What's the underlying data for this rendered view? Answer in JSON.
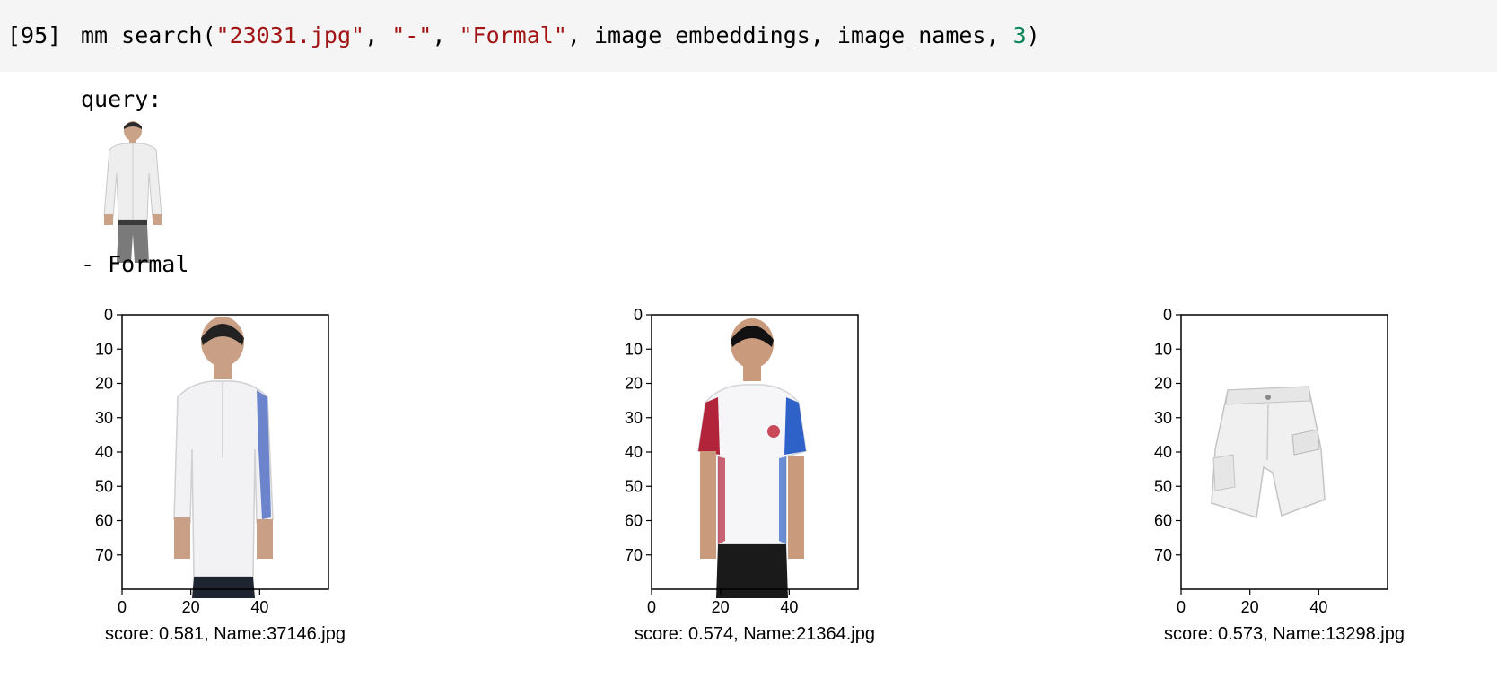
{
  "cell": {
    "prompt": "[95]",
    "code": {
      "func": "mm_search(",
      "arg1": "\"23031.jpg\"",
      "sep1": ", ",
      "arg2": "\"-\"",
      "sep2": ", ",
      "arg3": "\"Formal\"",
      "sep3": ", image_embeddings, image_names, ",
      "arg4": "3",
      "close": ")"
    }
  },
  "output": {
    "query_label": "query:",
    "modifier_label": "- Formal",
    "query_image": "man-formal-shirt-image"
  },
  "colors": {
    "string": "#a31515",
    "number": "#098658",
    "cell_bg": "#f5f5f5"
  },
  "chart_data": [
    {
      "type": "image",
      "image": "man-white-kurta-shirt-image",
      "caption": "score: 0.581, Name:37146.jpg",
      "xticks": [
        "0",
        "20",
        "40"
      ],
      "yticks": [
        "0",
        "10",
        "20",
        "30",
        "40",
        "50",
        "60",
        "70"
      ],
      "xlim": [
        0,
        60
      ],
      "ylim": [
        80,
        0
      ]
    },
    {
      "type": "image",
      "image": "man-polo-shirt-image",
      "caption": "score: 0.574, Name:21364.jpg",
      "xticks": [
        "0",
        "20",
        "40"
      ],
      "yticks": [
        "0",
        "10",
        "20",
        "30",
        "40",
        "50",
        "60",
        "70"
      ],
      "xlim": [
        0,
        60
      ],
      "ylim": [
        80,
        0
      ]
    },
    {
      "type": "image",
      "image": "white-cargo-shorts-image",
      "caption": "score: 0.573, Name:13298.jpg",
      "xticks": [
        "0",
        "20",
        "40"
      ],
      "yticks": [
        "0",
        "10",
        "20",
        "30",
        "40",
        "50",
        "60",
        "70"
      ],
      "xlim": [
        0,
        60
      ],
      "ylim": [
        80,
        0
      ]
    }
  ]
}
